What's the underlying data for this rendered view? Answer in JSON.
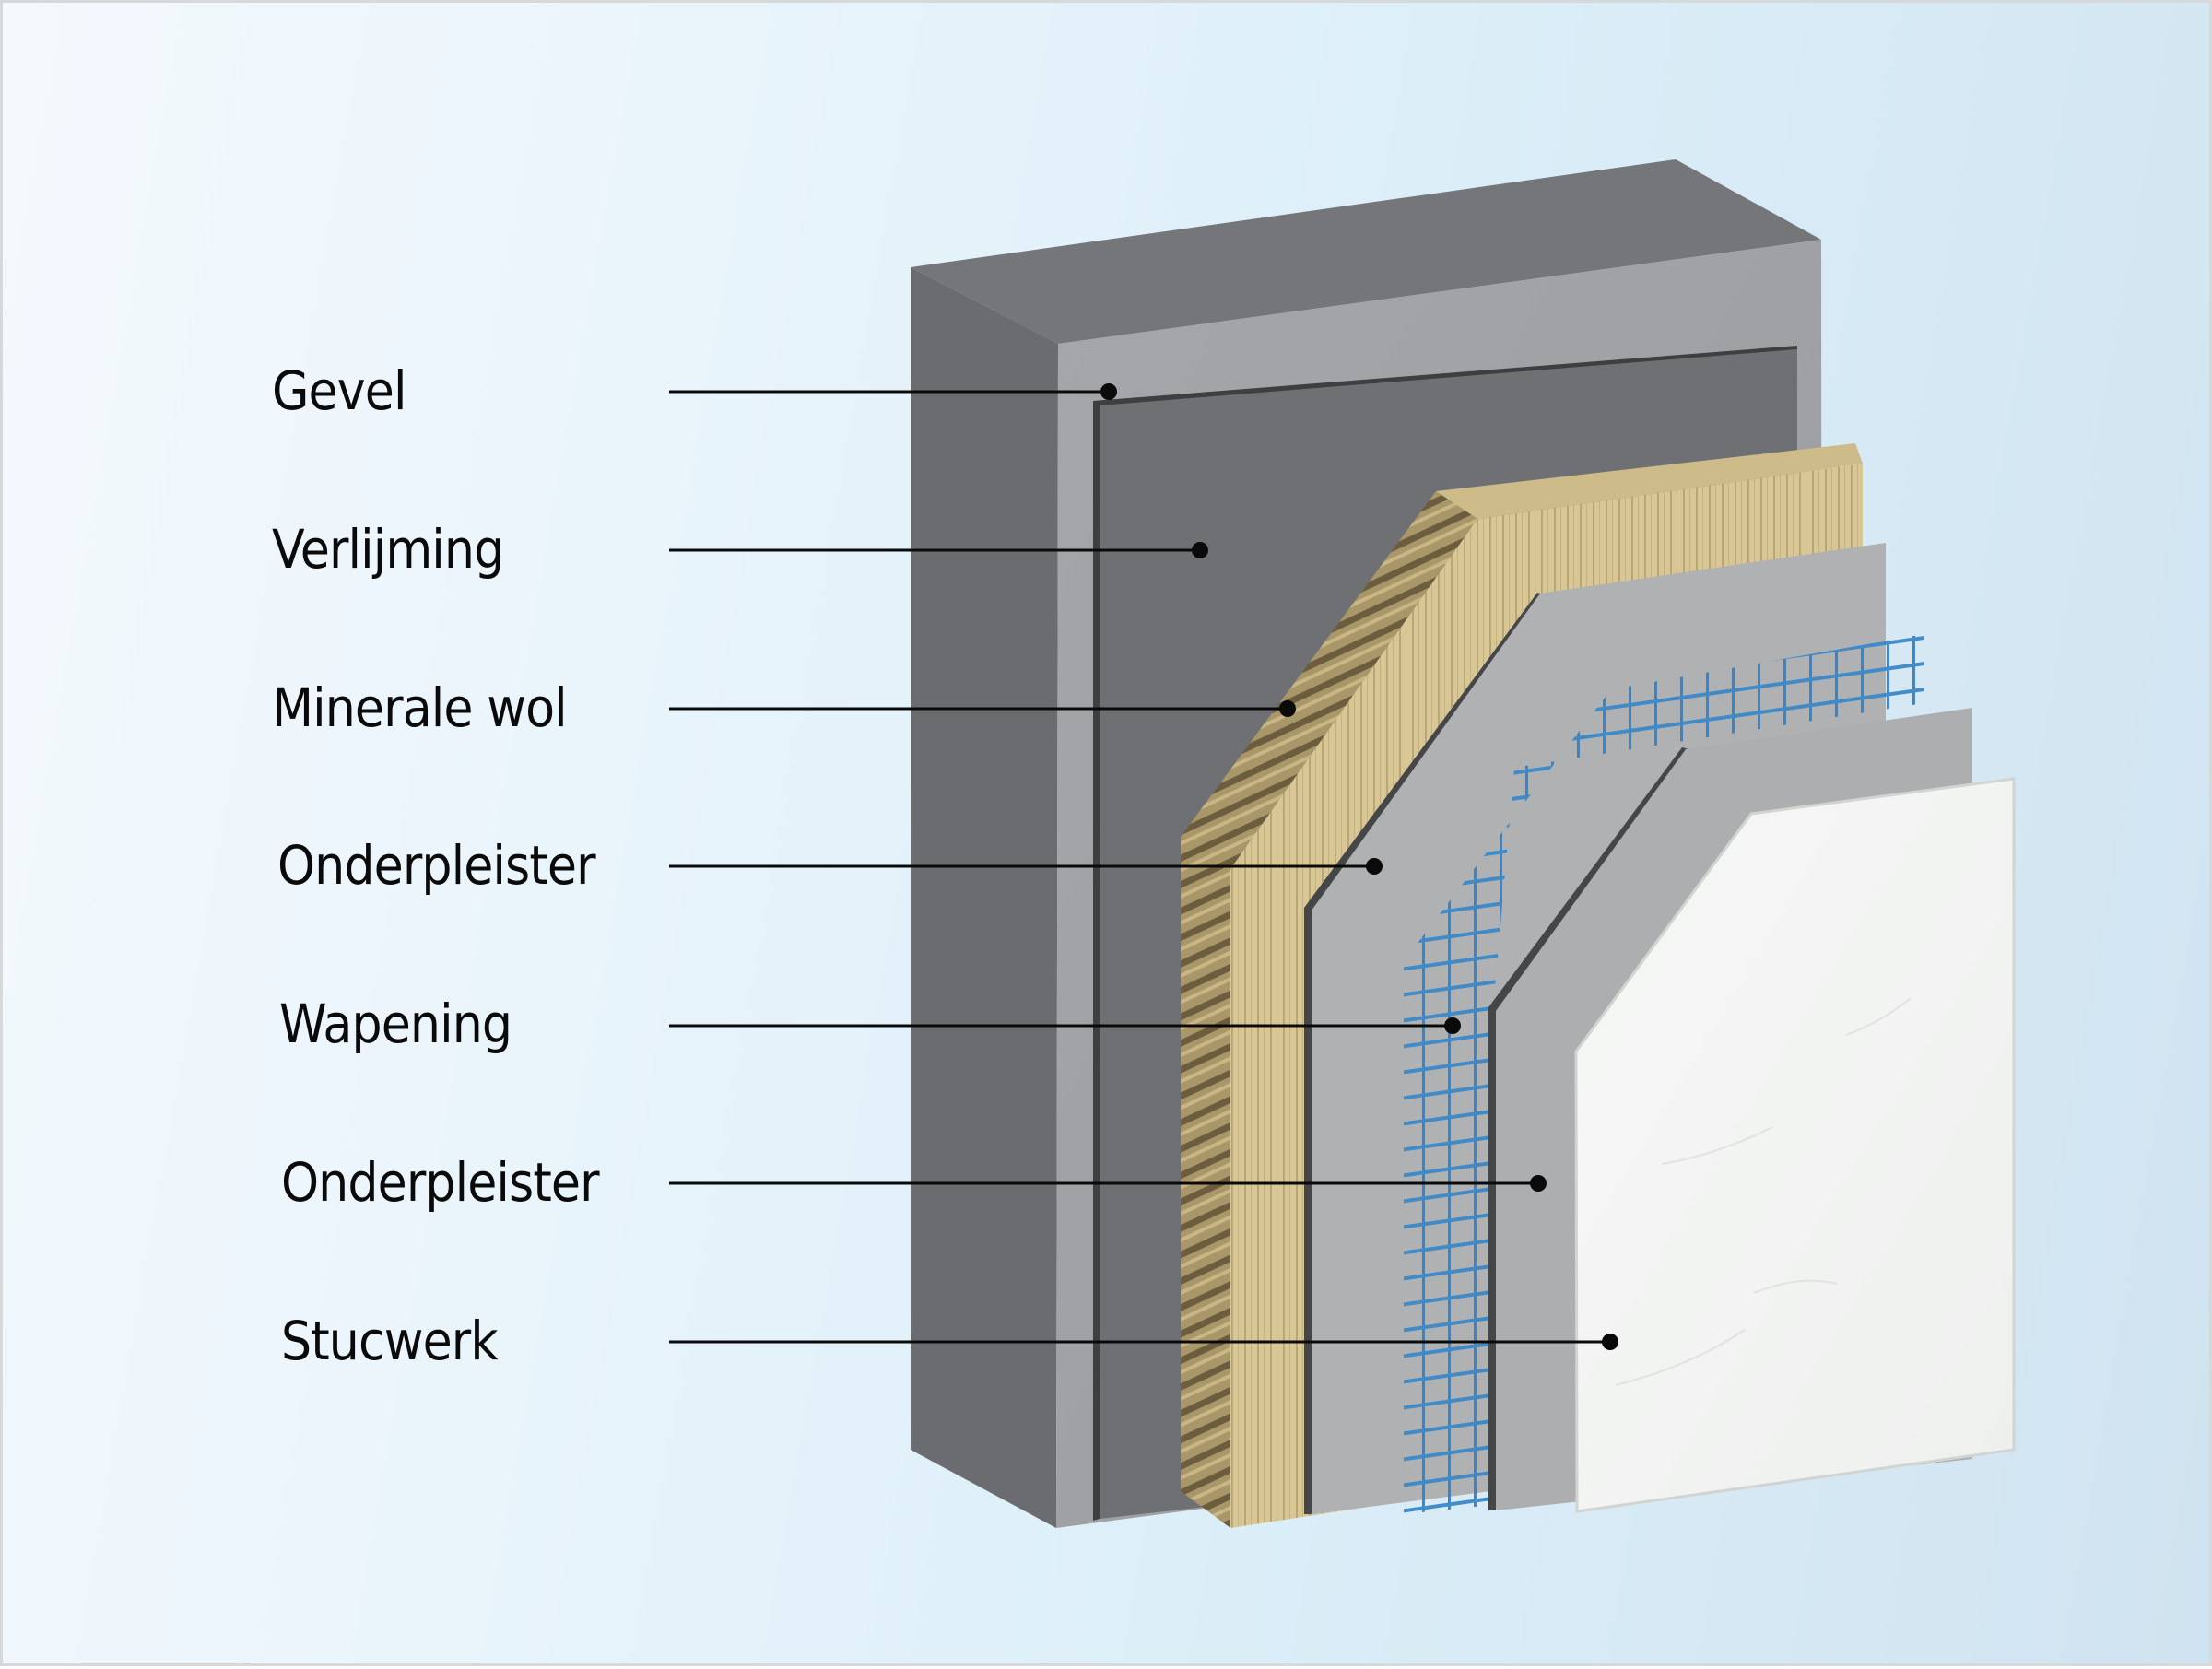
{
  "diagram": {
    "title": "ETICS wall build-up (buitengevelisolatie)",
    "layers": [
      {
        "id": "gevel",
        "label": "Gevel",
        "color": "#9b9ea3"
      },
      {
        "id": "verlijming",
        "label": "Verlijming",
        "color": "#6f7073"
      },
      {
        "id": "minerale-wol",
        "label": "Minerale wol",
        "color": "#d4c394"
      },
      {
        "id": "onderpleister-1",
        "label": "Onderpleister",
        "color": "#b0b1b3"
      },
      {
        "id": "wapening",
        "label": "Wapening",
        "color": "#2f86d0"
      },
      {
        "id": "onderpleister-2",
        "label": "Onderpleister",
        "color": "#b0b1b3"
      },
      {
        "id": "stucwerk",
        "label": "Stucwerk",
        "color": "#f2f3f1"
      }
    ]
  }
}
